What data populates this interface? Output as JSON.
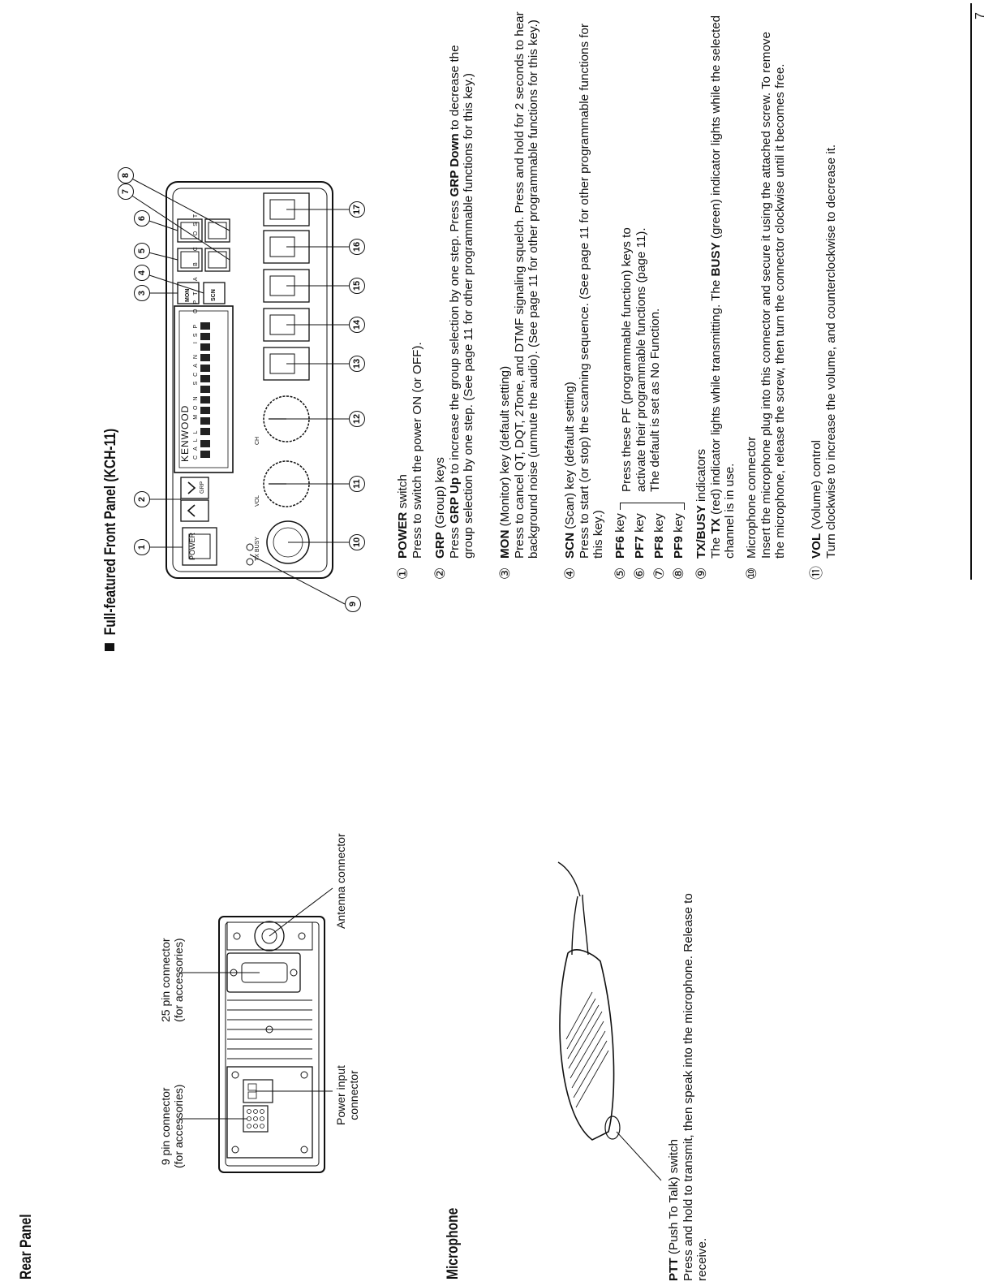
{
  "page_number": "7",
  "rear_panel": {
    "heading": "Rear Panel",
    "label_9pin_line1": "9 pin connector",
    "label_9pin_line2": "(for accessories)",
    "label_25pin_line1": "25 pin connector",
    "label_25pin_line2": "(for accessories)",
    "label_power_line1": "Power input",
    "label_power_line2": "connector",
    "label_antenna": "Antenna connector"
  },
  "microphone": {
    "heading": "Microphone",
    "ptt_term": "PTT",
    "ptt_title_rest": " (Push To Talk) switch",
    "ptt_desc": "Press and hold to transmit, then speak into the microphone.  Release to receive."
  },
  "front_panel": {
    "heading": "Full-featured Front Panel (KCH-11)",
    "panel_labels": {
      "power": "POWER",
      "brand": "KENWOOD",
      "call": "CALL",
      "mon": "MON",
      "scan": "SCAN",
      "isp": "ISP",
      "opt": "OPT",
      "a": "A",
      "b": "B",
      "c": "C",
      "ost": "OST",
      "grp": "GRP",
      "tx": "TX",
      "busy": "BUSY",
      "vol": "VOL",
      "ch": "CH",
      "mon_key": "MON",
      "scn_key": "SCN"
    },
    "callouts": [
      "1",
      "2",
      "3",
      "4",
      "5",
      "6",
      "7",
      "8",
      "9",
      "10",
      "11",
      "12",
      "13",
      "14",
      "15",
      "16",
      "17"
    ],
    "items": [
      {
        "num": "①",
        "term": "POWER",
        "rest": " switch",
        "desc": "Press to switch the power ON (or OFF)."
      },
      {
        "num": "②",
        "term": "GRP",
        "rest": " (Group) keys",
        "desc_a": "Press ",
        "desc_b": "GRP Up",
        "desc_c": " to increase the group selection by one step.  Press ",
        "desc_d": "GRP Down",
        "desc_e": " to decrease the group selection by one step.  (See page 11 for other programmable functions for this key.)"
      },
      {
        "num": "③",
        "term": "MON",
        "rest": " (Monitor) key (default setting)",
        "desc": "Press to cancel QT, DQT, 2Tone, and DTMF signaling squelch.  Press and hold for 2 seconds to hear background noise (unmute the audio).  (See page 11 for other programmable functions for this key.)"
      },
      {
        "num": "④",
        "term": "SCN",
        "rest": " (Scan) key (default setting)",
        "desc": "Press to start (or stop) the scanning sequence.  (See page 11 for other programmable functions for this key.)"
      },
      {
        "num": "⑤",
        "term": "PF6",
        "rest": " key"
      },
      {
        "num": "⑥",
        "term": "PF7",
        "rest": " key"
      },
      {
        "num": "⑦",
        "term": "PF8",
        "rest": " key"
      },
      {
        "num": "⑧",
        "term": "PF9",
        "rest": " key"
      },
      {
        "num": "⑨",
        "term": "TX/BUSY",
        "rest": " indicators",
        "desc_a": "The ",
        "desc_b": "TX",
        "desc_c": " (red) indicator lights while transmitting.  The ",
        "desc_d": "BUSY",
        "desc_e": " (green) indicator lights while the selected channel is in use."
      },
      {
        "num": "⑩",
        "term": "",
        "rest": "Microphone connector",
        "desc": "Insert the microphone plug into this connector and secure it using the attached screw.  To remove the microphone, release the screw, then turn the connector clockwise until it becomes free."
      },
      {
        "num": "⑪",
        "term": "VOL",
        "rest": " (Volume) control",
        "desc": "Turn clockwise to increase the volume, and counterclockwise to decrease it."
      }
    ],
    "pf_note": "Press these PF (programmable function) keys to activate their programmable functions (page 11).  The default is set as No Function."
  }
}
